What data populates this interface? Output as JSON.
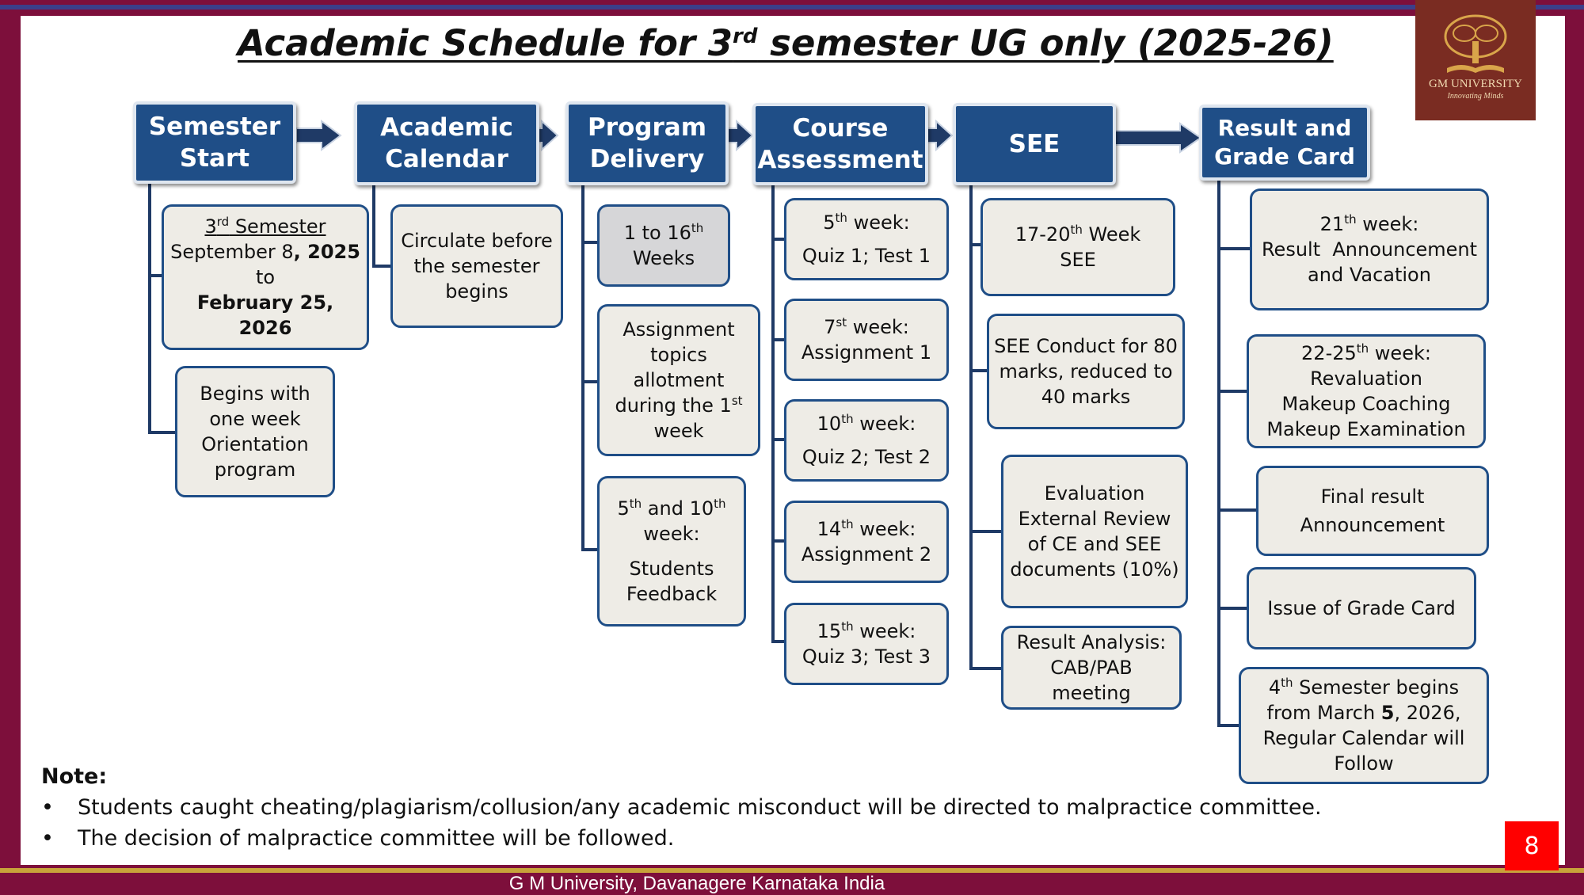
{
  "title": {
    "prefix": "Academic Schedule for 3",
    "sup": "rd",
    "suffix": " semester UG only (2025-26)"
  },
  "logo": {
    "name": "GM UNIVERSITY",
    "tagline": "Innovating Minds"
  },
  "page_number": "8",
  "footer": "G M University, Davanagere Karnataka India",
  "colors": {
    "header": "#1f4e87",
    "box_fill": "#eeece6",
    "box_border": "#1f4e87",
    "frame": "#7d0f3b"
  },
  "headers": {
    "semester_start": [
      "Semester",
      "Start"
    ],
    "academic_calendar": [
      "Academic",
      "Calendar"
    ],
    "program_delivery": [
      "Program",
      "Delivery"
    ],
    "course_assessment": [
      "Course",
      "Assessment"
    ],
    "see": "SEE",
    "result": [
      "Result and",
      "Grade Card"
    ]
  },
  "semester_start": {
    "dates": {
      "sem_num": "3",
      "sem_sup": "rd",
      "sem_word": " Semester",
      "start_plain": "September 8",
      "start_bold": ", 2025",
      "to": "to",
      "end": "February 25, 2026"
    },
    "orientation": [
      "Begins with",
      "one week",
      "Orientation",
      "program"
    ]
  },
  "academic_calendar": {
    "circulate": [
      "Circulate before",
      "the semester",
      "begins"
    ]
  },
  "program_delivery": {
    "weeks": {
      "a": "1 to 16",
      "sup": "th",
      "b": "Weeks"
    },
    "assignment": {
      "l1": "Assignment",
      "l2": "topics",
      "l3": "allotment",
      "l4a": "during the 1",
      "l4sup": "st",
      "l5": "week"
    },
    "feedback": {
      "n1": "5",
      "s1": "th",
      "and": " and 10",
      "s2": "th",
      "week": "week:",
      "l3": "Students",
      "l4": "Feedback"
    }
  },
  "course_assessment": [
    {
      "num": "5",
      "sup": "th",
      "week": " week:",
      "detail": "Quiz 1; Test 1"
    },
    {
      "num": "7",
      "sup": "st",
      "week": " week:",
      "detail": "Assignment 1"
    },
    {
      "num": "10",
      "sup": "th",
      "week": " week:",
      "detail": "Quiz 2; Test 2"
    },
    {
      "num": "14",
      "sup": "th",
      "week": " week:",
      "detail": "Assignment 2"
    },
    {
      "num": "15",
      "sup": "th",
      "week": " week:",
      "detail": "Quiz 3; Test 3"
    }
  ],
  "see": {
    "weeks": {
      "a": "17-20",
      "sup": "th",
      "b": " Week",
      "c": "SEE"
    },
    "conduct": [
      "SEE Conduct for 80",
      "marks, reduced to",
      "40 marks"
    ],
    "evaluation": [
      "Evaluation",
      "External Review",
      "of CE and SEE",
      "documents (10%)"
    ],
    "analysis": [
      "Result Analysis:",
      "CAB/PAB",
      "meeting"
    ]
  },
  "result": {
    "week21": {
      "num": "21",
      "sup": "th",
      "week": " week:",
      "l2": "Result  Announcement",
      "l3": "and Vacation"
    },
    "week22": {
      "num": "22-25",
      "sup": "th",
      "week": " week:",
      "l2": "Revaluation",
      "l3": "Makeup Coaching",
      "l4": "Makeup Examination"
    },
    "final": [
      "Final result",
      "Announcement"
    ],
    "grade_card": "Issue of Grade Card",
    "next_sem": {
      "num": "4",
      "sup": "th",
      "a": " Semester begins",
      "b1": "from March ",
      "b2": "5",
      "b3": ", 2026,",
      "c": "Regular Calendar will",
      "d": "Follow"
    }
  },
  "note": {
    "title": "Note:",
    "items": [
      "Students caught cheating/plagiarism/collusion/any academic misconduct will be directed to malpractice committee.",
      "The decision of malpractice committee will be followed."
    ]
  }
}
